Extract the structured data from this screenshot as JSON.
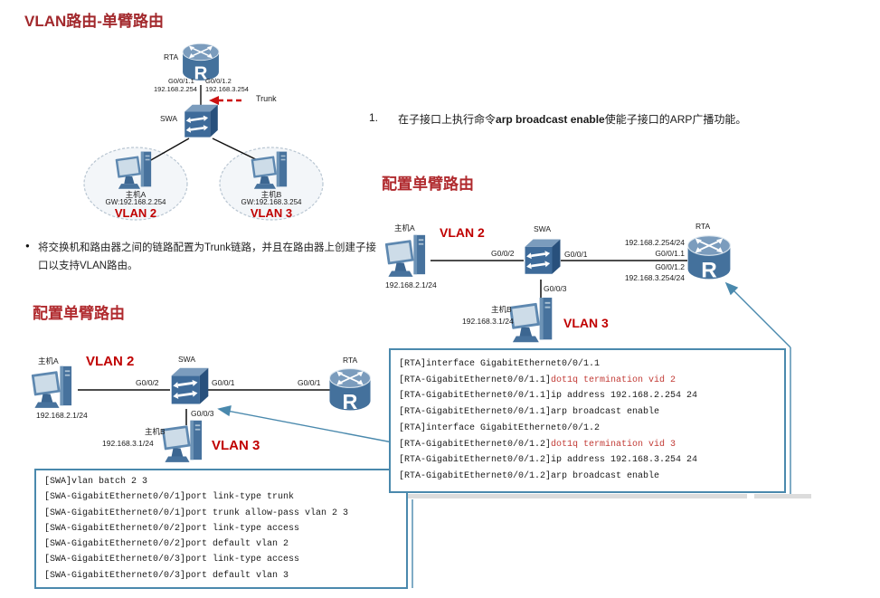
{
  "colors": {
    "heading_red": "#a2282c",
    "accent_red": "#c00000",
    "callout_blue": "#4a89ad",
    "code_red": "#c23b36"
  },
  "slide1": {
    "title": "VLAN路由-单臂路由",
    "router_label": "RTA",
    "sub1_if": "G0/0/1.1",
    "sub1_ip": "192.168.2.254",
    "sub2_if": "G0/0/1.2",
    "sub2_ip": "192.168.3.254",
    "trunk_label": "Trunk",
    "switch_label": "SWA",
    "hostA_name": "主机A",
    "hostA_gw": "GW:192.168.2.254",
    "hostA_vlan": "VLAN 2",
    "hostB_name": "主机B",
    "hostB_gw": "GW:192.168.3.254",
    "hostB_vlan": "VLAN 3",
    "bullet_text": "将交换机和路由器之间的链路配置为Trunk链路，并且在路由器上创建子接口以支持VLAN路由。"
  },
  "slide2": {
    "heading": "配置单臂路由",
    "hostA_name": "主机A",
    "hostA_ip": "192.168.2.1/24",
    "hostA_vlan": "VLAN 2",
    "switch_label": "SWA",
    "port_to_hostA": "G0/0/2",
    "port_to_router": "G0/0/1",
    "router_port": "G0/0/1",
    "router_label": "RTA",
    "port_to_hostB": "G0/0/3",
    "hostB_name": "主机B",
    "hostB_ip": "192.168.3.1/24",
    "hostB_vlan": "VLAN 3",
    "code": [
      "[SWA]vlan batch 2 3",
      "[SWA-GigabitEthernet0/0/1]port link-type trunk",
      "[SWA-GigabitEthernet0/0/1]port trunk allow-pass vlan 2 3",
      "[SWA-GigabitEthernet0/0/2]port link-type access",
      "[SWA-GigabitEthernet0/0/2]port default vlan 2",
      "[SWA-GigabitEthernet0/0/3]port link-type access",
      "[SWA-GigabitEthernet0/0/3]port default vlan 3"
    ]
  },
  "slide3": {
    "note_number": "1.",
    "note_pre": "在子接口上执行命令",
    "note_bold": "arp broadcast enable",
    "note_post": "使能子接口的ARP广播功能。",
    "heading": "配置单臂路由",
    "hostA_name": "主机A",
    "hostA_ip": "192.168.2.1/24",
    "hostA_vlan": "VLAN 2",
    "switch_label": "SWA",
    "port_to_hostA": "G0/0/2",
    "port_to_router": "G0/0/1",
    "port_to_hostB": "G0/0/3",
    "router_label": "RTA",
    "sub1_ip": "192.168.2.254/24",
    "sub1_if": "G0/0/1.1",
    "sub2_if": "G0/0/1.2",
    "sub2_ip": "192.168.3.254/24",
    "hostB_name": "主机B",
    "hostB_ip": "192.168.3.1/24",
    "hostB_vlan": "VLAN 3",
    "code": [
      {
        "pre": "[RTA]interface GigabitEthernet0/0/1.1",
        "red": ""
      },
      {
        "pre": "[RTA-GigabitEthernet0/0/1.1]",
        "red": "dot1q termination vid 2"
      },
      {
        "pre": "[RTA-GigabitEthernet0/0/1.1]ip address 192.168.2.254 24",
        "red": ""
      },
      {
        "pre": "[RTA-GigabitEthernet0/0/1.1]arp broadcast enable",
        "red": ""
      },
      {
        "pre": "[RTA]interface GigabitEthernet0/0/1.2",
        "red": ""
      },
      {
        "pre": "[RTA-GigabitEthernet0/0/1.2]",
        "red": "dot1q termination vid 3"
      },
      {
        "pre": "[RTA-GigabitEthernet0/0/1.2]ip address 192.168.3.254 24",
        "red": ""
      },
      {
        "pre": "[RTA-GigabitEthernet0/0/1.2]arp broadcast enable",
        "red": ""
      }
    ]
  }
}
